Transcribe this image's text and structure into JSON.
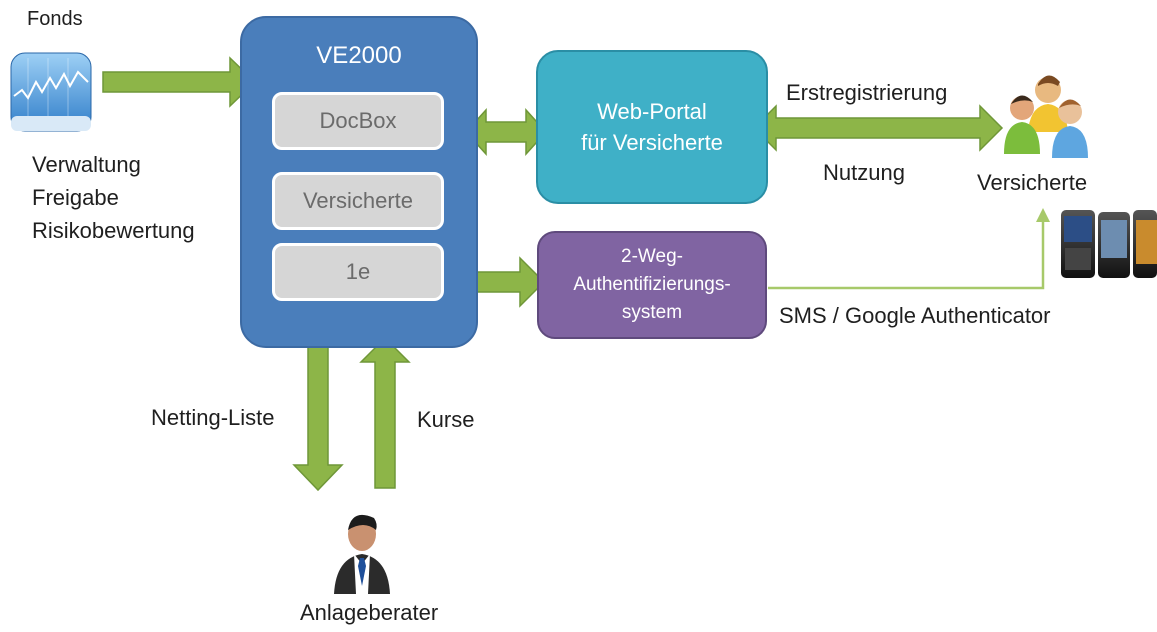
{
  "colors": {
    "ve2000_fill": "#4a7ebb",
    "portal_fill": "#3fb0c7",
    "auth_fill": "#8064a2",
    "arrow_green": "#8db548",
    "inner_box_fill": "#d6d6d6"
  },
  "labels": {
    "fonds": "Fonds",
    "verwaltung": "Verwaltung",
    "freigabe": "Freigabe",
    "risikobewertung": "Risikobewertung",
    "ve2000": "VE2000",
    "docbox": "DocBox",
    "versicherte_box": "Versicherte",
    "one_e": "1e",
    "portal_line1": "Web-Portal",
    "portal_line2": "für Versicherte",
    "auth_line1": "2-Weg-",
    "auth_line2": "Authentifizierungs-",
    "auth_line3": "system",
    "erstregistrierung": "Erstregistrierung",
    "nutzung": "Nutzung",
    "versicherte_users": "Versicherte",
    "sms": "SMS / Google Authenticator",
    "netting": "Netting-Liste",
    "kurse": "Kurse",
    "anlageberater": "Anlageberater"
  },
  "icons": {
    "fonds": "stock-chart-icon",
    "users": "user-group-icon",
    "phones": "smartphones-icon",
    "advisor": "businessman-icon"
  }
}
